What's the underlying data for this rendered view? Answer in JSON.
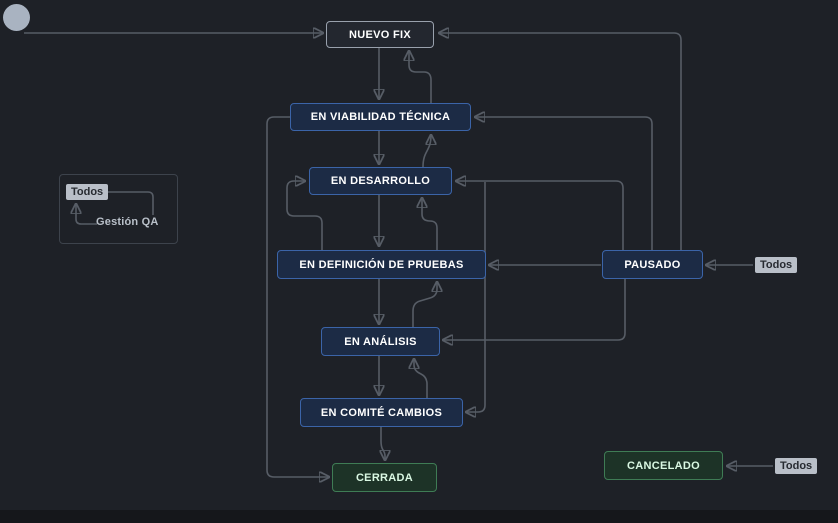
{
  "canvas": {
    "background": "#1e2127",
    "bottom_strip": "#15171b"
  },
  "workflow": {
    "statuses": [
      {
        "id": "nuevo-fix",
        "label": "NUEVO FIX",
        "category": "initial"
      },
      {
        "id": "en-viabilidad-tecnica",
        "label": "EN VIABILIDAD TÉCNICA",
        "category": "in-progress"
      },
      {
        "id": "en-desarrollo",
        "label": "EN DESARROLLO",
        "category": "in-progress"
      },
      {
        "id": "en-definicion-de-pruebas",
        "label": "EN DEFINICIÓN DE PRUEBAS",
        "category": "in-progress"
      },
      {
        "id": "pausado",
        "label": "PAUSADO",
        "category": "in-progress"
      },
      {
        "id": "en-analisis",
        "label": "EN ANÁLISIS",
        "category": "in-progress"
      },
      {
        "id": "en-comite-cambios",
        "label": "EN COMITÉ CAMBIOS",
        "category": "in-progress"
      },
      {
        "id": "cerrada",
        "label": "CERRADA",
        "category": "done"
      },
      {
        "id": "cancelado",
        "label": "CANCELADO",
        "category": "done"
      }
    ],
    "global_transition_labels": [
      {
        "label": "Todos",
        "target": "PAUSADO"
      },
      {
        "label": "Todos",
        "target": "CANCELADO"
      }
    ],
    "loop_group": {
      "transition_label": "Todos",
      "status_label": "Gestión QA"
    },
    "transitions": [
      {
        "from": "start",
        "to": "nuevo-fix"
      },
      {
        "from": "nuevo-fix",
        "to": "en-viabilidad-tecnica"
      },
      {
        "from": "en-viabilidad-tecnica",
        "to": "nuevo-fix"
      },
      {
        "from": "en-viabilidad-tecnica",
        "to": "en-desarrollo"
      },
      {
        "from": "en-viabilidad-tecnica",
        "to": "cerrada"
      },
      {
        "from": "en-desarrollo",
        "to": "en-viabilidad-tecnica"
      },
      {
        "from": "en-desarrollo",
        "to": "en-definicion-de-pruebas"
      },
      {
        "from": "en-definicion-de-pruebas",
        "to": "en-desarrollo"
      },
      {
        "from": "en-definicion-de-pruebas",
        "to": "en-analisis"
      },
      {
        "from": "en-analisis",
        "to": "en-definicion-de-pruebas"
      },
      {
        "from": "en-analisis",
        "to": "en-comite-cambios"
      },
      {
        "from": "en-comite-cambios",
        "to": "en-analisis"
      },
      {
        "from": "en-comite-cambios",
        "to": "cerrada"
      },
      {
        "from": "pausado",
        "to": "nuevo-fix"
      },
      {
        "from": "pausado",
        "to": "en-viabilidad-tecnica"
      },
      {
        "from": "pausado",
        "to": "en-desarrollo"
      },
      {
        "from": "pausado",
        "to": "en-definicion-de-pruebas"
      },
      {
        "from": "pausado",
        "to": "en-analisis"
      },
      {
        "from": "pausado",
        "to": "en-comite-cambios"
      },
      {
        "from": "todos",
        "to": "pausado"
      },
      {
        "from": "todos",
        "to": "cancelado"
      }
    ]
  },
  "colors": {
    "status_blue_fill": "#1c2b45",
    "status_blue_border": "#3b64a8",
    "status_gray_fill": "#23272f",
    "status_gray_border": "#99a1ad",
    "status_green_fill": "#1d3327",
    "status_green_border": "#3f7c55",
    "edge_line": "#575d66",
    "arrowhead": "#7d848d",
    "badge_background": "#b9bfc8",
    "start_circle": "#a9b3c1"
  }
}
